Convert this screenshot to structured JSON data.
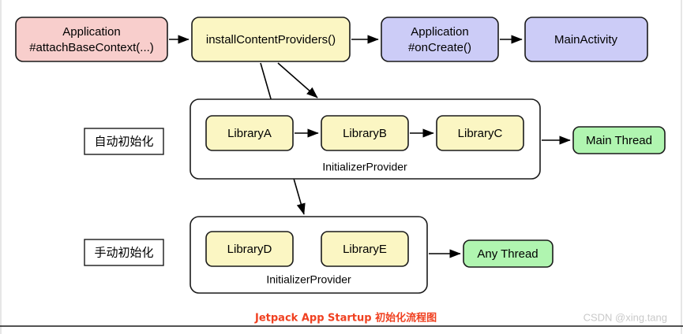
{
  "diagram": {
    "title_caption": "Jetpack App Startup 初始化流程图",
    "caption_color": "#f04020",
    "watermark": "CSDN @xing.tang",
    "colors": {
      "pink": "#f8cecc",
      "yellow": "#fbf6c3",
      "purple": "#ccccf7",
      "green": "#b0f5b0",
      "white": "#ffffff",
      "stroke": "#1a1a1a",
      "frame": "#d6d6d6"
    },
    "top_flow": [
      {
        "id": "application-attach-base-context",
        "line1": "Application",
        "line2": "#attachBaseContext(...)",
        "fill": "#f8cecc"
      },
      {
        "id": "install-content-providers",
        "line1": "installContentProviders()",
        "line2": "",
        "fill": "#fbf6c3"
      },
      {
        "id": "application-on-create",
        "line1": "Application",
        "line2": "#onCreate()",
        "fill": "#ccccf7"
      },
      {
        "id": "main-activity",
        "line1": "MainActivity",
        "line2": "",
        "fill": "#ccccf7"
      }
    ],
    "auto_section": {
      "label": "自动初始化",
      "provider_label": "InitializerProvider",
      "libraries": [
        {
          "id": "library-a",
          "label": "LibraryA"
        },
        {
          "id": "library-b",
          "label": "LibraryB"
        },
        {
          "id": "library-c",
          "label": "LibraryC"
        }
      ],
      "thread": {
        "id": "main-thread",
        "label": "Main Thread",
        "fill": "#b0f5b0"
      }
    },
    "manual_section": {
      "label": "手动初始化",
      "provider_label": "InitializerProvider",
      "libraries": [
        {
          "id": "library-d",
          "label": "LibraryD"
        },
        {
          "id": "library-e",
          "label": "LibraryE"
        }
      ],
      "thread": {
        "id": "any-thread",
        "label": "Any Thread",
        "fill": "#b0f5b0"
      }
    }
  }
}
